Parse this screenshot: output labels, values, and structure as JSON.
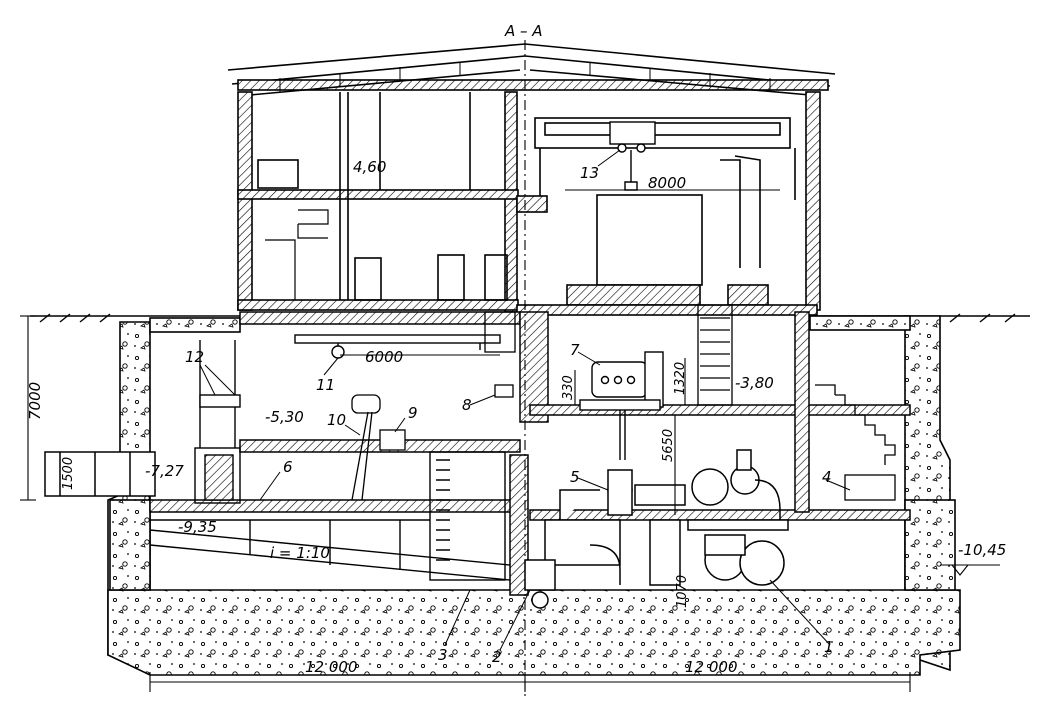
{
  "section_label": "А – А",
  "elevations": {
    "plus_4_60": "4,60",
    "minus_3_80": "-3,80",
    "minus_5_30": "-5,30",
    "minus_7_27": "-7,27",
    "minus_9_35": "-9,35",
    "minus_10_45": "-10,45"
  },
  "dimensions": {
    "left_span": "12 000",
    "right_span": "12 000",
    "crane_span_upper": "8000",
    "crane_span_lower": "6000",
    "height_left": "7000",
    "pipe_diameter": "1500",
    "d330": "330",
    "d1320": "1320",
    "d5650": "5650",
    "d1070": "1070"
  },
  "slope": "i = 1:10",
  "callouts": [
    "1",
    "2",
    "3",
    "4",
    "5",
    "6",
    "7",
    "8",
    "9",
    "10",
    "11",
    "12",
    "13"
  ]
}
